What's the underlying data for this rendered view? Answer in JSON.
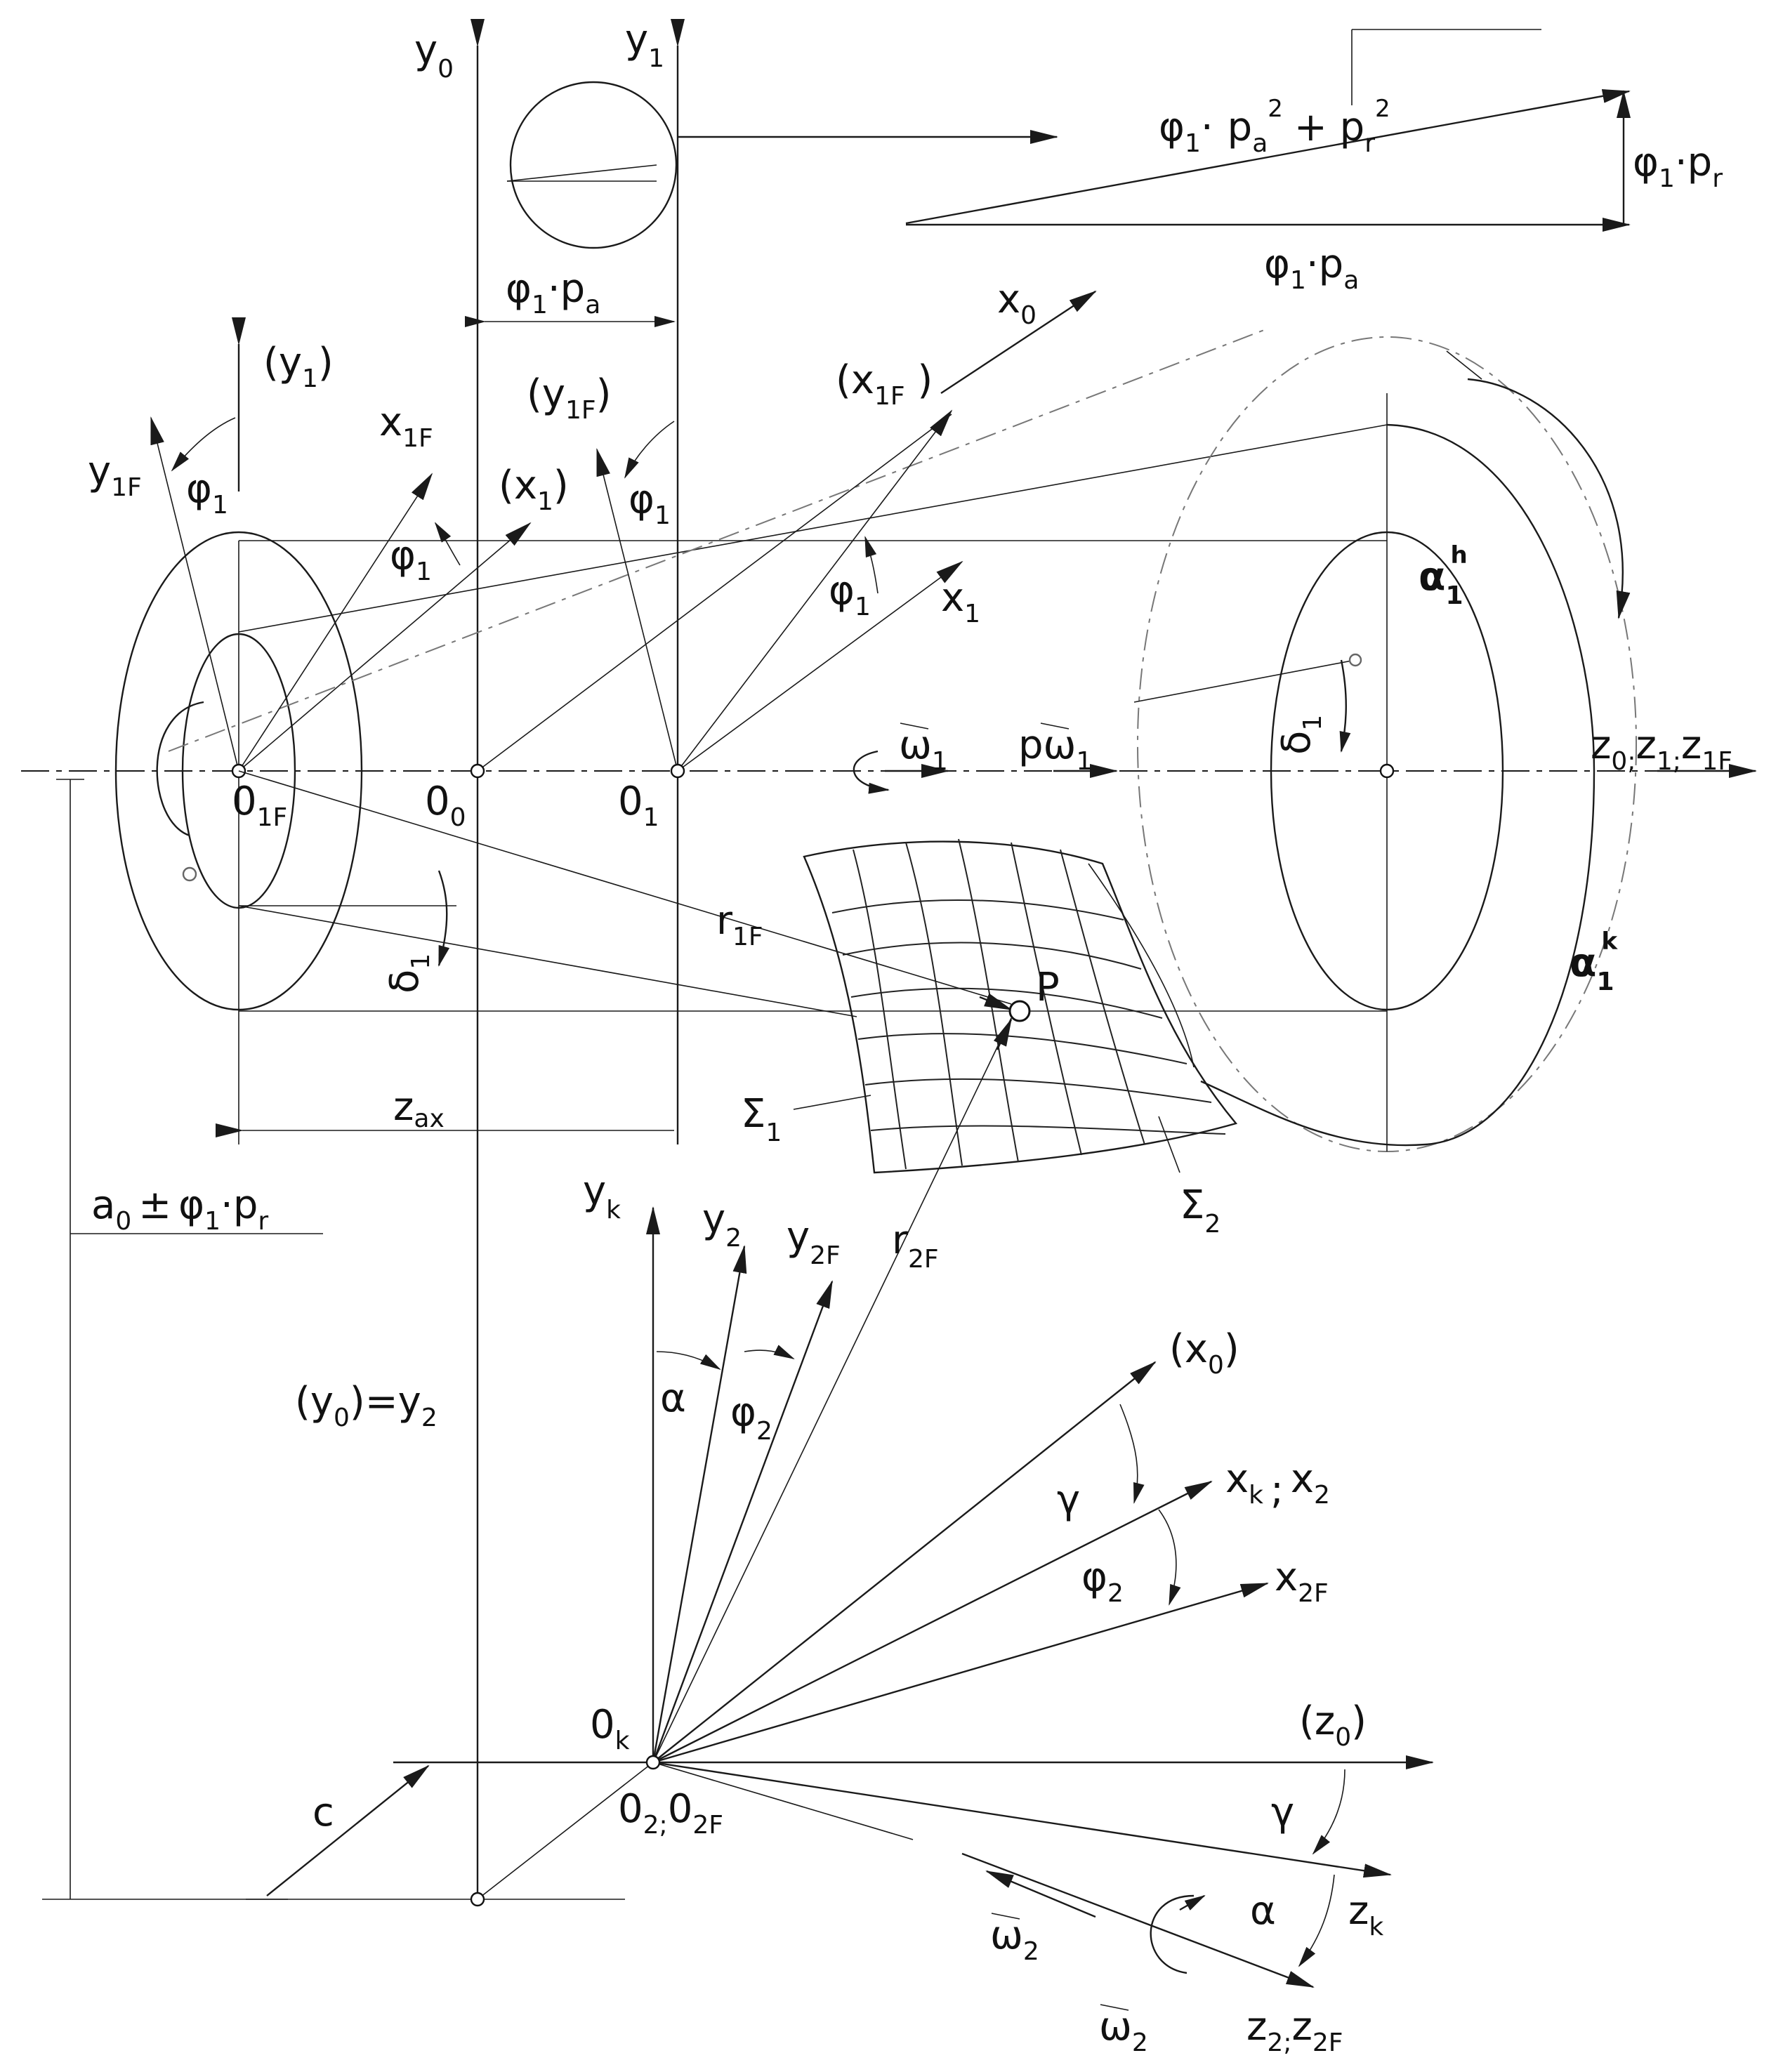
{
  "labels": {
    "y0": {
      "main": "y",
      "sub": "0"
    },
    "y1": {
      "main": "y",
      "sub": "1"
    },
    "vec_len": {
      "coef": "φ",
      "sub": "1",
      "dot": "·",
      "p": "p",
      "a": "a",
      "plus": "+ p",
      "r": "r",
      "sq": "2"
    },
    "phi1pr": {
      "coef": "φ",
      "sub": "1",
      "dot": "·",
      "p": "p",
      "r": "r"
    },
    "phi1pa_top": {
      "coef": "φ",
      "sub": "1",
      "dot": "·",
      "p": "p",
      "a": "a"
    },
    "phi1pa_mid": {
      "coef": "φ",
      "sub": "1",
      "dot": "·",
      "p": "p",
      "a": "a"
    },
    "x0": {
      "main": "x",
      "sub": "0"
    },
    "x1F_paren": {
      "main": "(x",
      "sub": "1F",
      "close": " )"
    },
    "y1_paren": {
      "main": "(y",
      "sub": "1",
      "close": ")"
    },
    "y1F_paren": {
      "main": "(y",
      "sub": "1F",
      "close": ")"
    },
    "x1F": {
      "main": "x",
      "sub": "1F"
    },
    "y1F": {
      "main": "y",
      "sub": "1F"
    },
    "x1_paren": {
      "main": "(x",
      "sub": "1",
      "close": ")"
    },
    "x1": {
      "main": "x",
      "sub": "1"
    },
    "phi1_a": {
      "main": "φ",
      "sub": "1"
    },
    "phi1_b": {
      "main": "φ",
      "sub": "1"
    },
    "phi1_c": {
      "main": "φ",
      "sub": "1"
    },
    "phi1_d": {
      "main": "φ",
      "sub": "1"
    },
    "alpha1h": {
      "main": "α",
      "sub": "1",
      "sup": "h"
    },
    "alpha1k": {
      "main": "α",
      "sub": "1",
      "sup": "k"
    },
    "delta1_right": {
      "main": "δ",
      "sub": "1"
    },
    "delta1_left": {
      "main": "δ",
      "sub": "1"
    },
    "omega1": {
      "main": "ω",
      "sub": "1"
    },
    "pomega1": {
      "p": "p",
      "main": "ω",
      "sub": "1"
    },
    "z_axis": {
      "z0": "z",
      "s0": "0",
      "sep1": ";",
      "z1": "z",
      "s1": "1",
      "sep2": ";",
      "z1F": "z",
      "s1F": "1F"
    },
    "O1F": {
      "main": "0",
      "sub": "1F"
    },
    "O0": {
      "main": "0",
      "sub": "0"
    },
    "O1": {
      "main": "0",
      "sub": "1"
    },
    "r1F": {
      "main": "r",
      "sub": "1F"
    },
    "P": "P",
    "zax": {
      "main": "z",
      "sub": "ax"
    },
    "Sigma1": {
      "main": "Σ",
      "sub": "1"
    },
    "Sigma2": {
      "main": "Σ",
      "sub": "2"
    },
    "a0": {
      "a": "a",
      "s0": "0",
      "pm": "±",
      "phi": "φ",
      "s1": "1",
      "dot": "·",
      "p": "p",
      "r": "r"
    },
    "yk": {
      "main": "y",
      "sub": "k"
    },
    "y2": {
      "main": "y",
      "sub": "2"
    },
    "y2F": {
      "main": "y",
      "sub": "2F"
    },
    "r2F": {
      "main": "r",
      "sub": "2F"
    },
    "alpha_a": "α",
    "alpha_b": "α",
    "phi2_a": {
      "main": "φ",
      "sub": "2"
    },
    "phi2_b": {
      "main": "φ",
      "sub": "2"
    },
    "x0_paren": {
      "main": "(x",
      "sub": "0",
      "close": ")"
    },
    "gamma_a": "γ",
    "gamma_b": "γ",
    "xk_x2": {
      "xk": "x",
      "sk": "k",
      "sep": ";",
      "x2": "x",
      "s2": "2"
    },
    "x2F": {
      "main": "x",
      "sub": "2F"
    },
    "y0_eq_y2": {
      "open": "(y",
      "s0": "0",
      "mid": ")=y",
      "s2": "2"
    },
    "Ok": {
      "main": "0",
      "sub": "k"
    },
    "z0_paren": {
      "main": "(z",
      "sub": "0",
      "close": ")"
    },
    "c": "c",
    "O2_O2F": {
      "o2": "0",
      "s2": "2",
      "sep": ";",
      "o2F": "0",
      "s2F": "2F"
    },
    "zk": {
      "main": "z",
      "sub": "k"
    },
    "omega2_a": {
      "main": "ω",
      "sub": "2"
    },
    "omega2_b": {
      "main": "ω",
      "sub": "2"
    },
    "z2_z2F": {
      "z2": "z",
      "s2": "2",
      "sep": ";",
      "z2F": "z",
      "s2F": "2F"
    }
  }
}
